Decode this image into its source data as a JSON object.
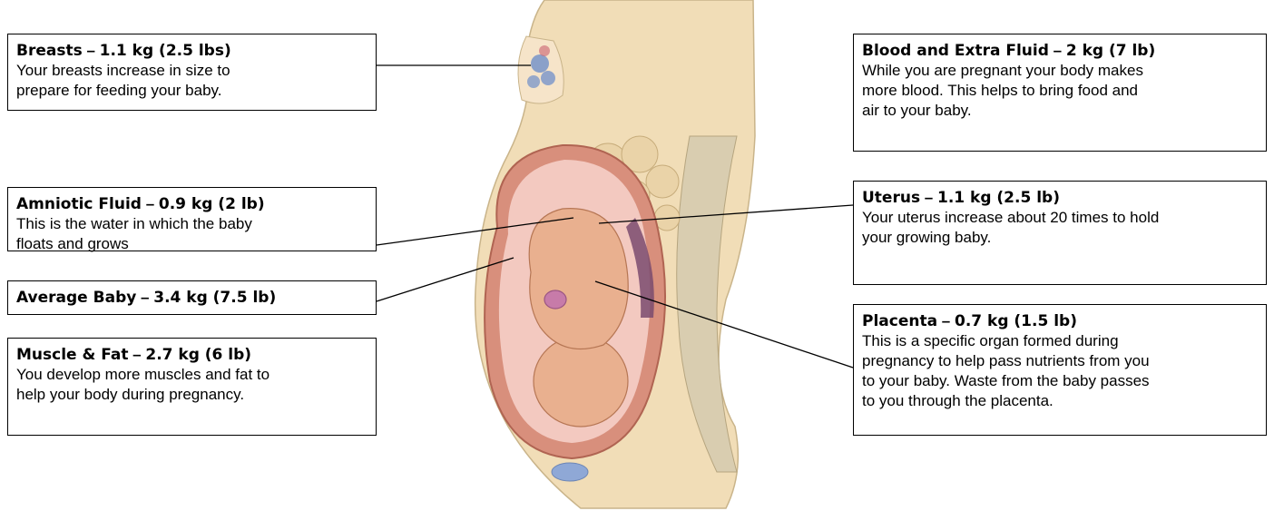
{
  "callouts": {
    "breasts": {
      "title": "Breasts",
      "dash": " – ",
      "weight": "1.1 kg (2.5 lbs)",
      "desc": "Your breasts increase in size to\nprepare for feeding your baby."
    },
    "amniotic": {
      "title": "Amniotic Fluid",
      "dash": " – ",
      "weight": "0.9 kg (2 lb)",
      "desc": "This is the water in which the baby\nfloats and grows"
    },
    "baby": {
      "title": "Average Baby",
      "dash": " – ",
      "weight": "3.4 kg (7.5 lb)",
      "desc": ""
    },
    "muscle": {
      "title": "Muscle & Fat",
      "dash": " – ",
      "weight": "2.7 kg (6 lb)",
      "desc": "You develop more muscles and fat to\nhelp your body during pregnancy."
    },
    "blood": {
      "title": "Blood and Extra Fluid",
      "dash": " – ",
      "weight": "2 kg (7 lb)",
      "desc": "While you are pregnant your body makes\nmore blood.  This helps to bring food and\nair to your baby."
    },
    "uterus": {
      "title": "Uterus",
      "dash": " – ",
      "weight": "1.1 kg (2.5 lb)",
      "desc": "Your uterus increase about 20 times to hold\nyour growing baby."
    },
    "placenta": {
      "title": "Placenta",
      "dash": " – ",
      "weight": "0.7 kg (1.5 lb)",
      "desc": "This is a specific organ formed during\npregnancy to help pass nutrients from you\nto your baby.   Waste from the baby passes\nto you through the placenta."
    }
  },
  "colors": {
    "skin": "#f1ddb7",
    "uterus_wall": "#d88f7c",
    "fluid": "#f3c9c0",
    "baby": "#e9b08f",
    "breast_gland": "#6f8fc9",
    "tissue": "#d9cdb0"
  }
}
